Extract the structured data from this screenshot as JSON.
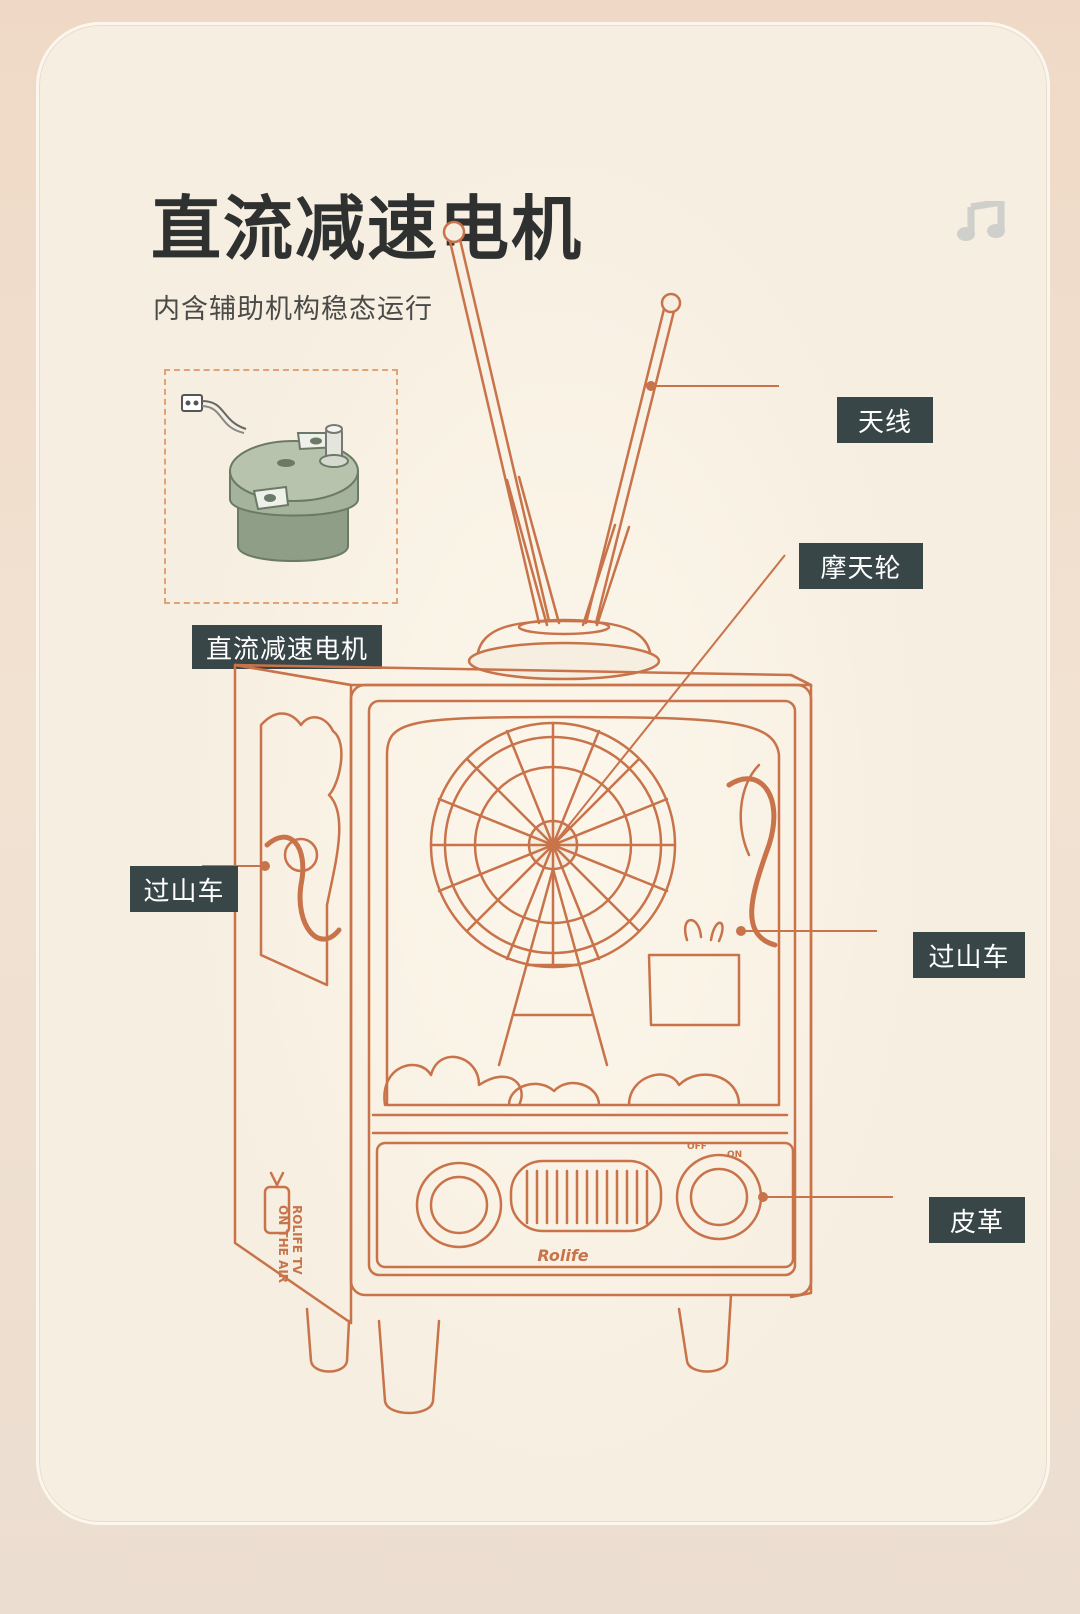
{
  "title": "直流减速电机",
  "subtitle": "内含辅助机构稳态运行",
  "icons": {
    "music": "music-note-icon"
  },
  "motor_label": "直流减速电机",
  "callouts": {
    "antenna": "天线",
    "ferris_wheel": "摩天轮",
    "coaster_left": "过山车",
    "coaster_right": "过山车",
    "leather": "皮革"
  },
  "tv": {
    "side_text_line1": "ROLIFE TV",
    "side_text_line2": "ON THE AIR",
    "brand": "Rolife",
    "knob_off": "OFF",
    "knob_on": "ON"
  },
  "colors": {
    "accent": "#d9784a",
    "line": "#c8734a",
    "label_bg": "#394647",
    "title": "#2f3130",
    "card": "#f6eee0"
  }
}
